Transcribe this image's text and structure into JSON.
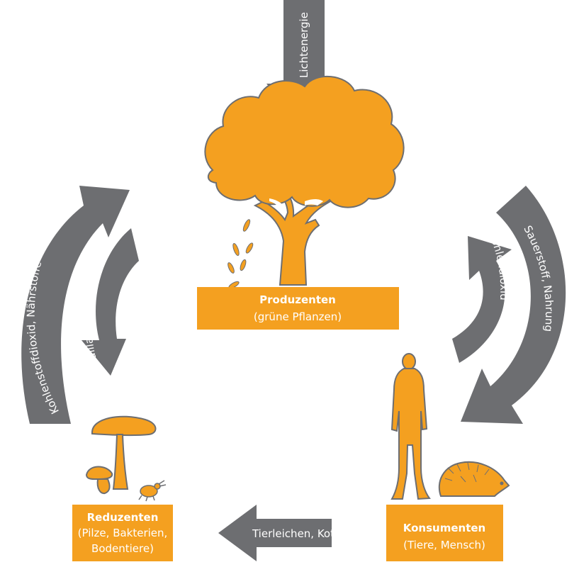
{
  "colors": {
    "orange": "#f4a020",
    "grey": "#6d6e71",
    "white": "#ffffff"
  },
  "icons": [
    "tree-icon",
    "falling-leaves-icon",
    "mushroom-icon",
    "small-mushroom-icon",
    "beetle-icon",
    "person-icon",
    "hedgehog-icon"
  ],
  "nodes": {
    "produzenten": {
      "title": "Produzenten",
      "subtitle": "(grüne Pflanzen)"
    },
    "reduzenten": {
      "title": "Reduzenten",
      "subtitle_line1": "(Pilze, Bakterien,",
      "subtitle_line2": "Bodentiere)"
    },
    "konsumenten": {
      "title": "Konsumenten",
      "subtitle": "(Tiere, Mensch)"
    }
  },
  "arrows": {
    "lichtenergie": "Lichtenergie",
    "kohlenstoffdioxid_naehrstoffe": "Kohlenstoffdioxid, Nährstoffe",
    "falllaub_sauerstoff": "Falllaub, Sauerstoff",
    "sauerstoff_nahrung": "Sauerstoff, Nahrung",
    "kohlendioxid": "Kohlendioxid",
    "tierleichen_kot": "Tierleichen, Kot"
  }
}
